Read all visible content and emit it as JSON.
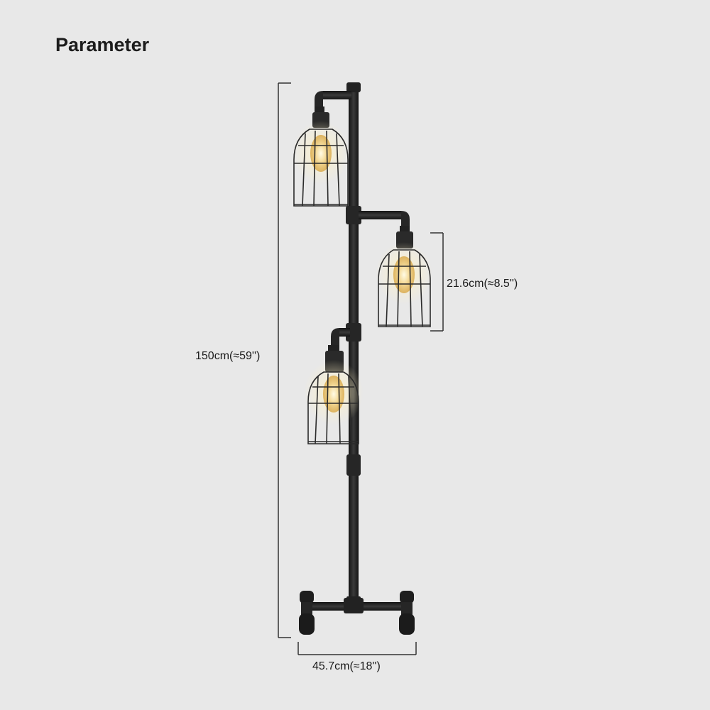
{
  "title": "Parameter",
  "dimensions": {
    "height": "150cm(≈59'')",
    "cage_height": "21.6cm(≈8.5'')",
    "base_width": "45.7cm(≈18'')"
  },
  "colors": {
    "background": "#e8e8e8",
    "pipe": "#2a2a2a",
    "bulb_glow": "#f3d99a",
    "dimension_line": "#333333"
  }
}
